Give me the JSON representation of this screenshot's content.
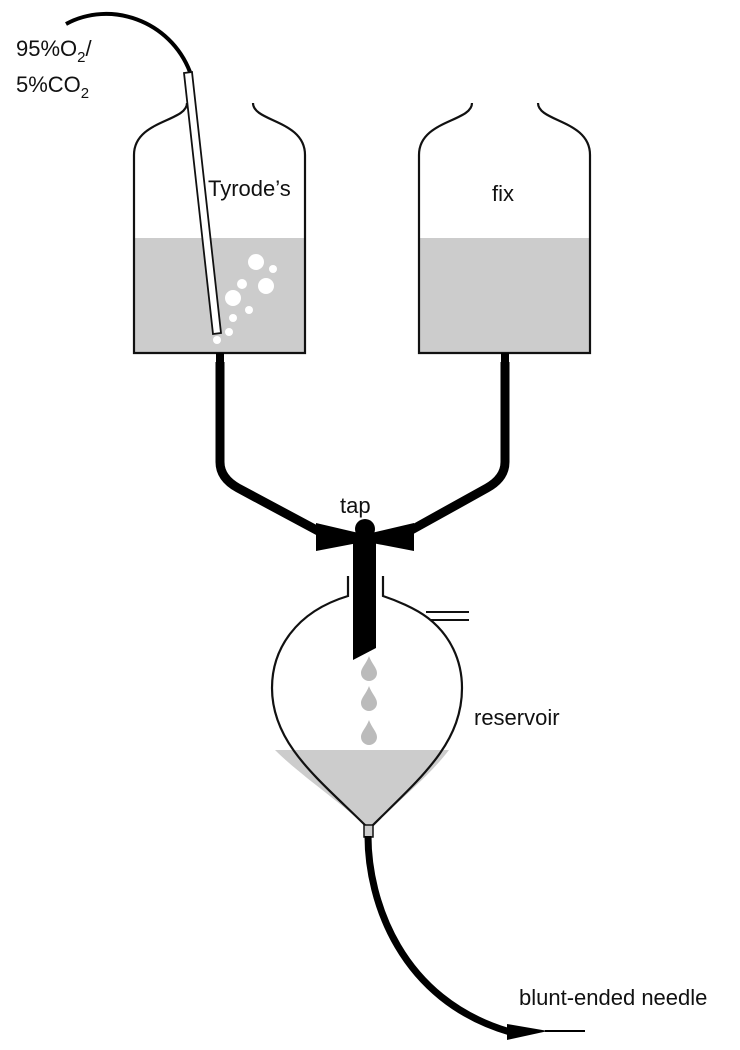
{
  "labels": {
    "gas_line1_prefix": "95%O",
    "gas_line1_sub": "2",
    "gas_line1_suffix": "/",
    "gas_line2_prefix": "5%CO",
    "gas_line2_sub": "2",
    "tyrodes": "Tyrode’s",
    "fix": "fix",
    "tap": "tap",
    "reservoir": "reservoir",
    "needle": "blunt-ended needle"
  },
  "colors": {
    "liquid": "#cccccc",
    "outline": "#111111",
    "tube": "#000000",
    "bubble": "#ffffff",
    "background": "#ffffff"
  }
}
